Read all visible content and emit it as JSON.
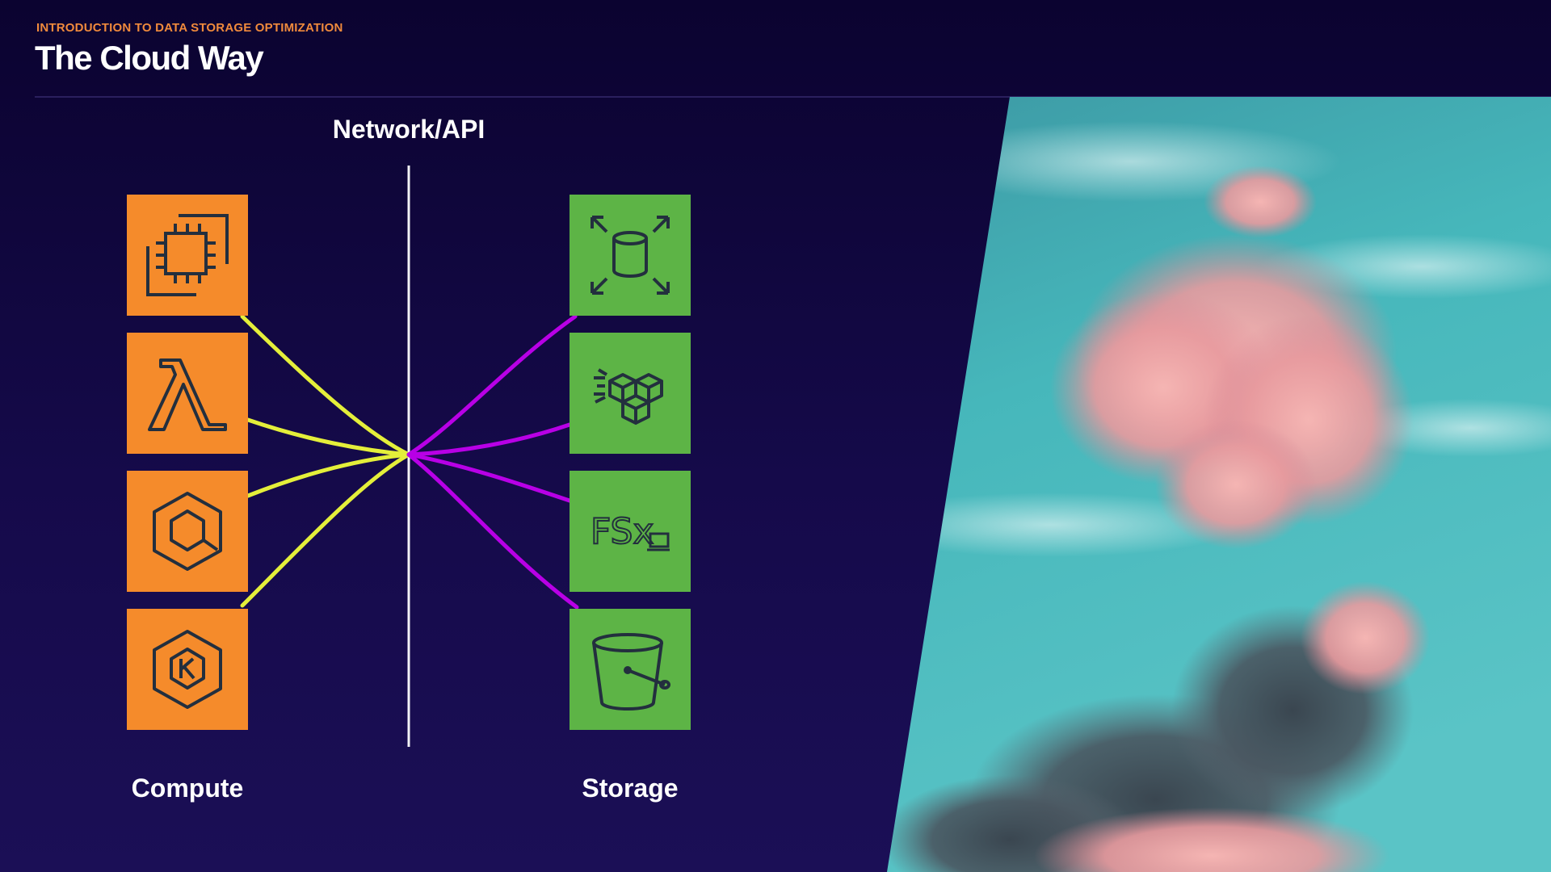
{
  "header": {
    "eyebrow": "INTRODUCTION TO DATA STORAGE OPTIMIZATION",
    "title": "The Cloud Way"
  },
  "diagram": {
    "network_label": "Network/API",
    "compute_label": "Compute",
    "storage_label": "Storage",
    "compute_services": [
      {
        "icon": "ec2-instance-icon"
      },
      {
        "icon": "lambda-icon"
      },
      {
        "icon": "ecs-container-icon"
      },
      {
        "icon": "eks-kubernetes-icon"
      }
    ],
    "storage_services": [
      {
        "icon": "ebs-volume-icon"
      },
      {
        "icon": "efs-filesystem-icon"
      },
      {
        "icon": "fsx-icon",
        "text": "FSx"
      },
      {
        "icon": "s3-bucket-icon"
      }
    ],
    "colors": {
      "compute_tile": "#f58b2b",
      "storage_tile": "#5db446",
      "compute_links": "#e4ef3a",
      "storage_links": "#b800e6",
      "divider": "#ffffff"
    }
  }
}
